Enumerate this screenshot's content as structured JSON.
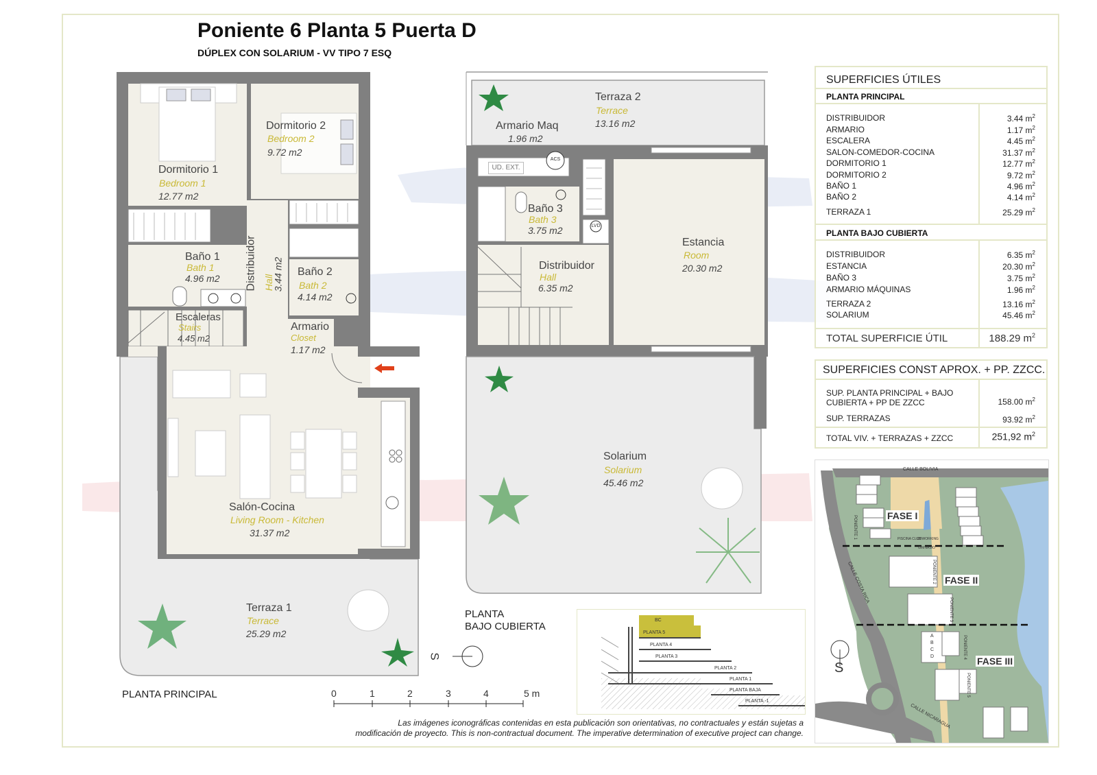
{
  "header": {
    "title": "Poniente 6 Planta 5 Puerta D",
    "subtitle": "DÚPLEX CON SOLARIUM - VV TIPO 7 ESQ"
  },
  "colors": {
    "wall": "#808080",
    "floor": "#f2f0e8",
    "terrace": "#ececec",
    "english_label": "#c9b936",
    "entrance_arrow": "#e0401a",
    "frame": "#e4e7c8"
  },
  "plan_principal": {
    "label": "PLANTA PRINCIPAL",
    "rooms": {
      "dorm1": {
        "name": "Dormitorio 1",
        "en": "Bedroom 1",
        "area": "12.77 m2"
      },
      "dorm2": {
        "name": "Dormitorio 2",
        "en": "Bedroom 2",
        "area": "9.72 m2"
      },
      "bano1": {
        "name": "Baño 1",
        "en": "Bath 1",
        "area": "4.96 m2"
      },
      "dist": {
        "name": "Distribuidor",
        "en": "Hall",
        "area": "3.44 m2"
      },
      "bano2": {
        "name": "Baño 2",
        "en": "Bath 2",
        "area": "4.14 m2"
      },
      "esc": {
        "name": "Escaleras",
        "en": "Stairs",
        "area": "4.45 m2"
      },
      "arm": {
        "name": "Armario",
        "en": "Closet",
        "area": "1.17 m2"
      },
      "salon": {
        "name": "Salón-Cocina",
        "en": "Living Room - Kitchen",
        "area": "31.37 m2"
      },
      "terr1": {
        "name": "Terraza 1",
        "en": "Terrace",
        "area": "25.29 m2"
      }
    }
  },
  "plan_bajo_cubierta": {
    "label_line1": "PLANTA",
    "label_line2": "BAJO CUBIERTA",
    "rooms": {
      "terr2": {
        "name": "Terraza 2",
        "en": "Terrace",
        "area": "13.16 m2"
      },
      "armmaq": {
        "name": "Armario Maq",
        "area": "1.96 m2"
      },
      "bano3": {
        "name": "Baño 3",
        "en": "Bath 3",
        "area": "3.75 m2"
      },
      "dist": {
        "name": "Distribuidor",
        "en": "Hall",
        "area": "6.35 m2"
      },
      "estancia": {
        "name": "Estancia",
        "en": "Room",
        "area": "20.30 m2"
      },
      "solarium": {
        "name": "Solarium",
        "en": "Solarium",
        "area": "45.46 m2"
      }
    },
    "ud_ext": "UD. EXT.",
    "ace": "ACS",
    "lvd": "LVD"
  },
  "compass": {
    "label": "S"
  },
  "scale": {
    "ticks": [
      "0",
      "1",
      "2",
      "3",
      "4",
      "5 m"
    ]
  },
  "superficies_utiles": {
    "title": "SUPERFICIES ÚTILES",
    "principal_title": "PLANTA PRINCIPAL",
    "principal": [
      {
        "name": "DISTRIBUIDOR",
        "value": "3.44"
      },
      {
        "name": "ARMARIO",
        "value": "1.17"
      },
      {
        "name": "ESCALERA",
        "value": "4.45"
      },
      {
        "name": "SALON-COMEDOR-COCINA",
        "value": "31.37"
      },
      {
        "name": "DORMITORIO 1",
        "value": "12.77"
      },
      {
        "name": "DORMITORIO 2",
        "value": "9.72"
      },
      {
        "name": "BAÑO 1",
        "value": "4.96"
      },
      {
        "name": "BAÑO 2",
        "value": "4.14"
      },
      {
        "name": "TERRAZA 1",
        "value": "25.29"
      }
    ],
    "bajo_title": "PLANTA BAJO CUBIERTA",
    "bajo": [
      {
        "name": "DISTRIBUIDOR",
        "value": "6.35"
      },
      {
        "name": "ESTANCIA",
        "value": "20.30"
      },
      {
        "name": "BAÑO 3",
        "value": "3.75"
      },
      {
        "name": "ARMARIO MÁQUINAS",
        "value": "1.96"
      },
      {
        "name": "TERRAZA 2",
        "value": "13.16"
      },
      {
        "name": "SOLARIUM",
        "value": "45.46"
      }
    ],
    "unit": "m",
    "unit_sup": "2",
    "total_label": "TOTAL SUPERFICIE ÚTIL",
    "total_value": "188.29"
  },
  "superficies_const": {
    "title": "SUPERFICIES CONST APROX. + PP. ZZCC.",
    "row1_line1": "SUP. PLANTA PRINCIPAL + BAJO",
    "row1_line2": "CUBIERTA + PP DE ZZCC",
    "row1_value": "158.00",
    "row2_label": "SUP. TERRAZAS",
    "row2_value": "93.92",
    "total_label": "TOTAL VIV. + TERRAZAS + ZZCC",
    "total_value": "251,92"
  },
  "section": {
    "levels": [
      "BC",
      "PLANTA 5",
      "PLANTA 4",
      "PLANTA 3",
      "PLANTA 2",
      "PLANTA 1",
      "PLANTA BAJA",
      "PLANTA -1"
    ]
  },
  "site_map": {
    "streets": [
      "CALLE BOLIVIA",
      "CALLE COSTA RICA",
      "CALLE NICARAGUA"
    ],
    "phases": [
      "FASE I",
      "FASE II",
      "FASE III"
    ],
    "blocks": [
      "PONIENTE 1",
      "PONIENTE 2",
      "PONIENTE 3",
      "PONIENTE 4",
      "PONIENTE 5"
    ],
    "amenities": [
      "PISCINA CLUB",
      "COWORKING",
      "GIMNASIO"
    ],
    "doors": [
      "A",
      "B",
      "C",
      "D"
    ],
    "north": "S"
  },
  "disclaimer": {
    "line1": "Las imágenes iconográficas contenidas en esta publicación son orientativas, no contractuales y están sujetas a",
    "line2": "modificación de proyecto. This is non-contractual document. The imperative determination of executive project can change."
  }
}
